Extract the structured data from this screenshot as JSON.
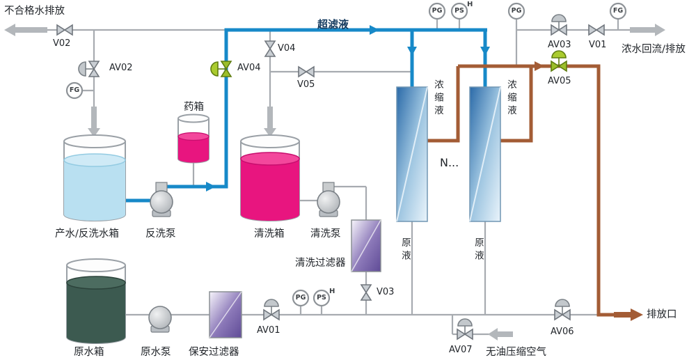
{
  "diagram": {
    "flows": {
      "unqualified_discharge": "不合格水排放",
      "ultrafiltrate": "超滤液",
      "concentrate_return": "浓水回流/排放",
      "concentrate_left": "浓缩液",
      "concentrate_right": "浓缩液",
      "feed_left": "原液",
      "feed_right": "原液",
      "compressed_air": "无油压缩空气",
      "discharge_outlet": "排放口"
    },
    "equipment": {
      "chemical_tank": "药箱",
      "product_backwash_tank": "产水/反洗水箱",
      "backwash_pump": "反洗泵",
      "cleaning_tank": "清洗箱",
      "cleaning_pump": "清洗泵",
      "cleaning_filter": "清洗过滤器",
      "membrane_bank": "N...",
      "raw_water_tank": "原水箱",
      "raw_water_pump": "原水泵",
      "security_filter": "保安过滤器"
    },
    "valves": {
      "v01": "V01",
      "v02": "V02",
      "v03": "V03",
      "v04": "V04",
      "v05": "V05",
      "av01": "AV01",
      "av02": "AV02",
      "av03": "AV03",
      "av04": "AV04",
      "av05": "AV05",
      "av06": "AV06",
      "av07": "AV07"
    },
    "instruments": {
      "fg_left": "FG",
      "pg_top": "PG",
      "ps_top": "PS",
      "h_top": "H",
      "pg_top_right": "PG",
      "fg_top_right": "FG",
      "pg_bottom": "PG",
      "ps_bottom": "PS",
      "h_bottom": "H"
    },
    "colors": {
      "ultrafiltrate_line": "#1789c8",
      "concentrate_line": "#a35c35",
      "pipe_gray": "#a7abb0",
      "actuated_valve_green": "#9cbf2a",
      "cleaning_liquid": "#e8157f",
      "product_water": "#b9e0f1",
      "raw_water": "#3c5a50",
      "filter_purple": "#5f4b96"
    }
  }
}
